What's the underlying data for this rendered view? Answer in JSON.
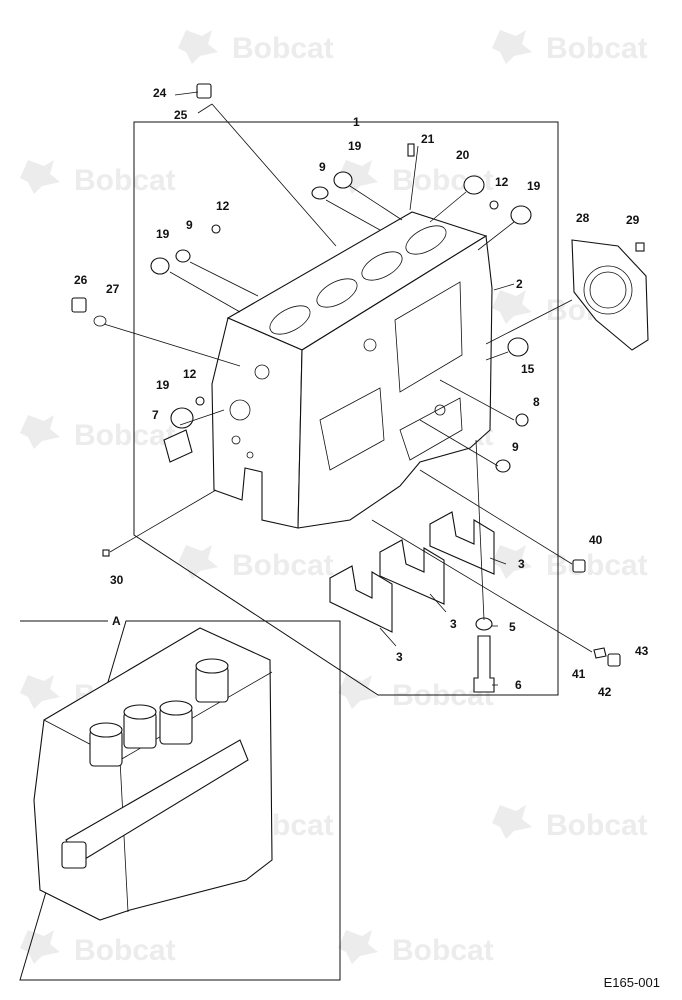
{
  "watermark": {
    "text": "Bobcat"
  },
  "figure_code": "E165-001",
  "inset_label": "A",
  "callouts": {
    "c1": "1",
    "c2": "2",
    "c3a": "3",
    "c3b": "3",
    "c3c": "3",
    "c5": "5",
    "c6": "6",
    "c7": "7",
    "c8": "8",
    "c9a": "9",
    "c9b": "9",
    "c9c": "9",
    "c12a": "12",
    "c12b": "12",
    "c12c": "12",
    "c15": "15",
    "c19a": "19",
    "c19b": "19",
    "c19c": "19",
    "c19d": "19",
    "c20": "20",
    "c21": "21",
    "c24": "24",
    "c25": "25",
    "c26": "26",
    "c27": "27",
    "c28": "28",
    "c29": "29",
    "c30": "30",
    "c40": "40",
    "c41": "41",
    "c42": "42",
    "c43": "43"
  }
}
